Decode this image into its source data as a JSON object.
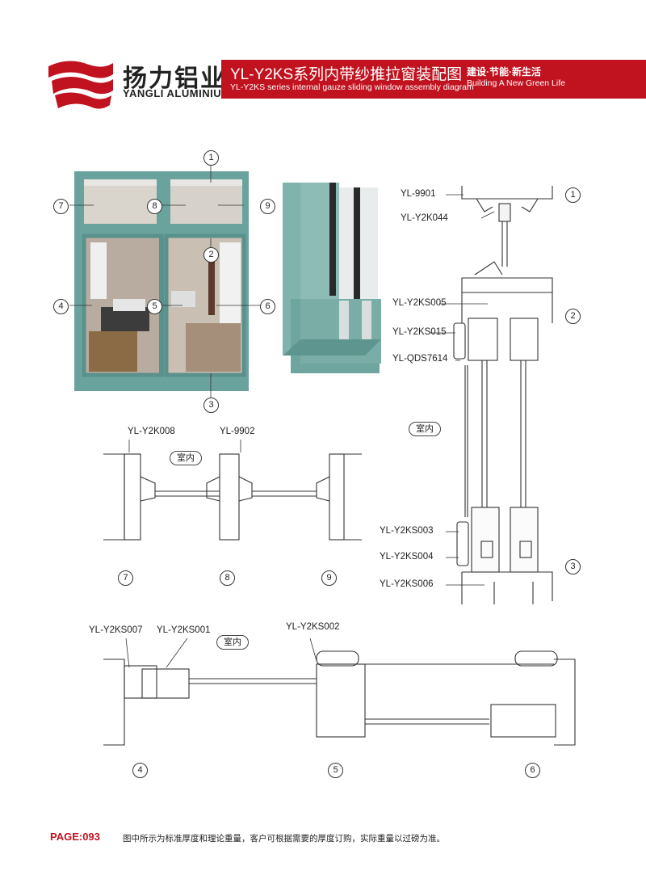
{
  "header": {
    "brand_cn": "扬力铝业",
    "brand_en": "YANGLI ALUMINIUM",
    "title_cn": "YL-Y2KS系列内带纱推拉窗装配图",
    "title_en": "YL-Y2KS series internal gauze sliding window assembly diagram",
    "slogan_cn": "建设·节能·新生活",
    "slogan_en": "Building A New Green Life"
  },
  "elevation_markers": [
    "1",
    "2",
    "3",
    "4",
    "5",
    "6",
    "7",
    "8",
    "9"
  ],
  "vertical_section": {
    "parts": [
      "YL-9901",
      "YL-Y2K044",
      "YL-Y2KS005",
      "YL-Y2KS015",
      "YL-QDS7614",
      "YL-Y2KS003",
      "YL-Y2KS004",
      "YL-Y2KS006"
    ],
    "markers": [
      "1",
      "2",
      "3"
    ],
    "room": "室内"
  },
  "section_789": {
    "parts": [
      "YL-Y2K008",
      "YL-9902"
    ],
    "room": "室内",
    "markers": [
      "7",
      "8",
      "9"
    ]
  },
  "section_456": {
    "parts": [
      "YL-Y2KS007",
      "YL-Y2KS001",
      "YL-Y2KS002"
    ],
    "room": "室内",
    "markers": [
      "4",
      "5",
      "6"
    ]
  },
  "footer": {
    "page": "PAGE:093",
    "note": "图中所示为标准厚度和理论重量，客户可根据需要的厚度订购，实际重量以过磅为准。"
  },
  "colors": {
    "brand_red": "#c1121f",
    "frame_teal": "#6aa39e"
  }
}
